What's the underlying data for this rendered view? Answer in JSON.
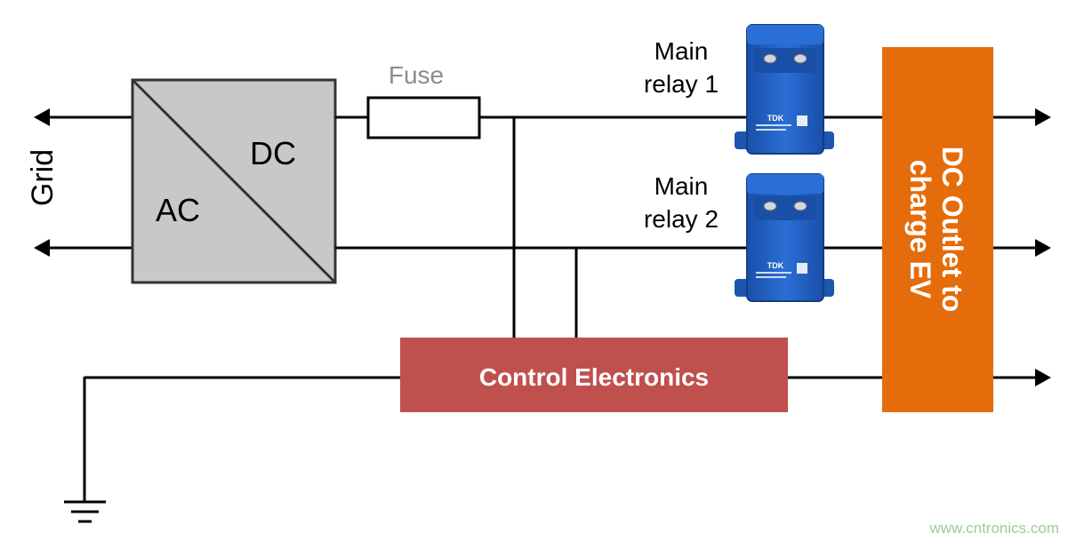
{
  "diagram": {
    "grid_label": "Grid",
    "converter": {
      "ac_label": "AC",
      "dc_label": "DC"
    },
    "fuse_label": "Fuse",
    "relay1": {
      "line1": "Main",
      "line2": "relay 1",
      "brand": "TDK"
    },
    "relay2": {
      "line1": "Main",
      "line2": "relay 2",
      "brand": "TDK"
    },
    "control_label": "Control Electronics",
    "outlet": {
      "line1": "DC Outlet to",
      "line2": "charge EV"
    },
    "watermark": "www.cntronics.com",
    "colors": {
      "line": "#000000",
      "converter_fill": "#c8c8c8",
      "converter_stroke": "#333333",
      "control_fill": "#c0504d",
      "outlet_fill": "#e46c0a",
      "relay_fill": "#1f5fbf",
      "fuse_label": "#8c8c8c",
      "watermark": "#9ccc9c"
    }
  }
}
